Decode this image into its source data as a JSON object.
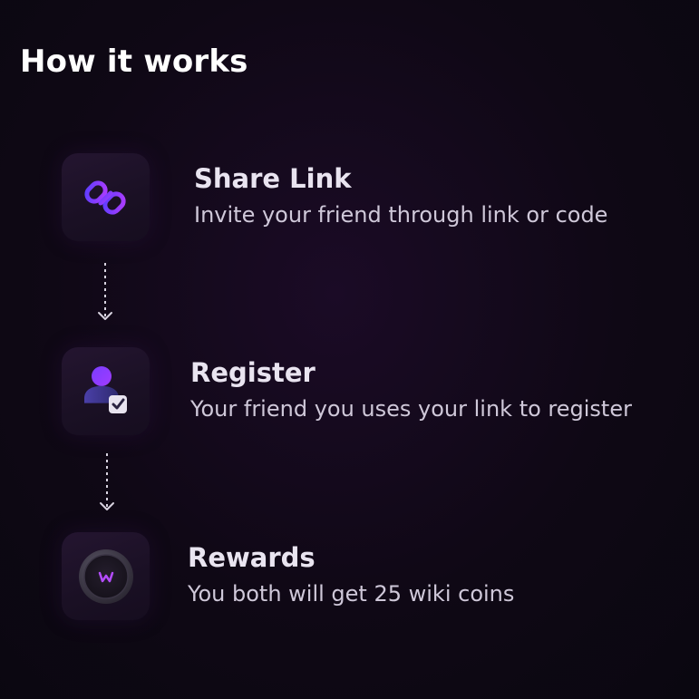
{
  "page": {
    "title": "How it works"
  },
  "steps": [
    {
      "icon": "link-icon",
      "title": "Share Link",
      "description": "Invite your friend through link or code"
    },
    {
      "icon": "user-check-icon",
      "title": "Register",
      "description": "Your friend you uses your link to register"
    },
    {
      "icon": "coin-icon",
      "title": "Rewards",
      "description": "You both will get 25 wiki coins"
    }
  ],
  "colors": {
    "background": "#0f0815",
    "tile": "#1d1228",
    "accent_purple": "#8b3dff",
    "accent_blue": "#5a3cff",
    "title_text": "#ffffff",
    "step_title": "#e9e4f0",
    "step_desc": "#cfc8d9",
    "connector": "#d8d3e0"
  }
}
